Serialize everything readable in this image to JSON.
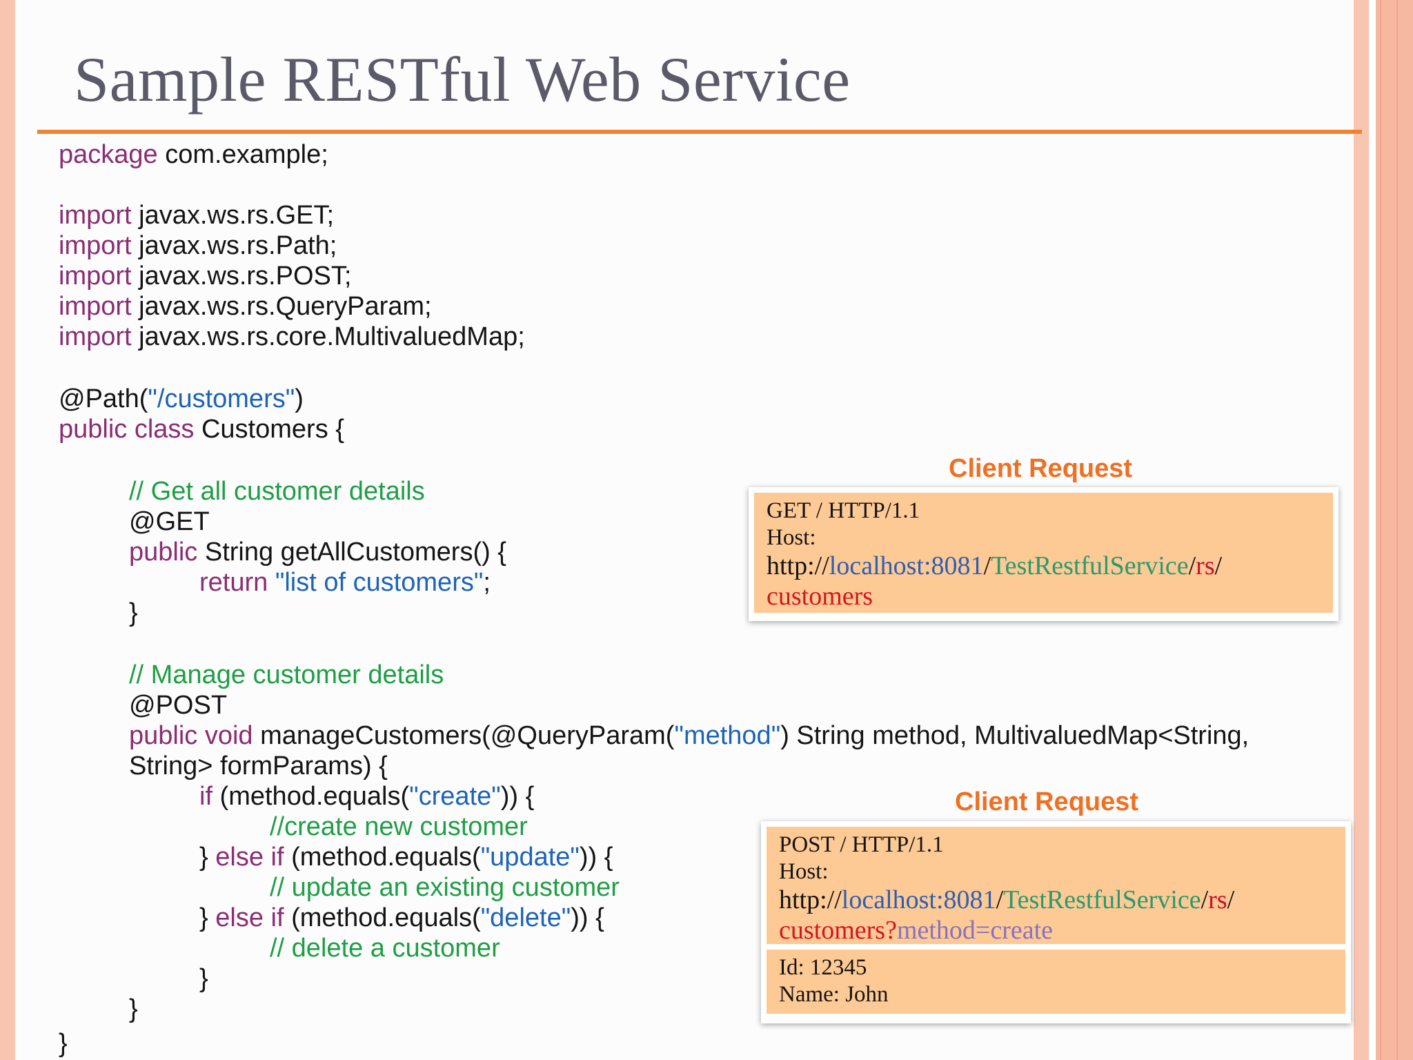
{
  "slide": {
    "title": "Sample RESTful Web Service"
  },
  "code": {
    "package_kw": "package",
    "package_rest": " com.example;",
    "imports": [
      {
        "kw": "import",
        "rest": " javax.ws.rs.GET;"
      },
      {
        "kw": "import",
        "rest": " javax.ws.rs.Path;"
      },
      {
        "kw": "import",
        "rest": " javax.ws.rs.POST;"
      },
      {
        "kw": "import",
        "rest": " javax.ws.rs.QueryParam;"
      },
      {
        "kw": "import",
        "rest": " javax.ws.rs.core.MultivaluedMap;"
      }
    ],
    "path_annotation_open": "@Path(",
    "path_value": "\"/customers\"",
    "path_close": ")",
    "class_kw": "public class",
    "class_rest": " Customers {",
    "get_comment": "// Get all customer details",
    "get_annotation": "@GET",
    "get_method_kw": "public",
    "get_method_rest": " String getAllCustomers() {",
    "return_kw": "return",
    "return_value": " \"list of customers\"",
    "return_end": ";",
    "brace_close_1": "}",
    "post_comment": "// Manage customer details",
    "post_annotation": "@POST",
    "post_method_kw": "public void",
    "post_method_a": " manageCustomers(@QueryParam(",
    "post_method_str": "\"method\"",
    "post_method_b": ") String method, MultivaluedMap<String,",
    "post_method_c": "String> formParams) {",
    "if_kw": "if",
    "if_a": " (method.equals(",
    "if_str": "\"create\"",
    "if_b": ")) {",
    "create_comment": "//create new customer",
    "elseif1_a": "} ",
    "elseif1_kw": "else if",
    "elseif1_b": " (method.equals(",
    "elseif1_str": "\"update\"",
    "elseif1_c": ")) {",
    "update_comment": "// update an existing customer",
    "elseif2_a": "} ",
    "elseif2_kw": "else if",
    "elseif2_b": " (method.equals(",
    "elseif2_str": "\"delete\"",
    "elseif2_c": ")) {",
    "delete_comment": "// delete a customer",
    "brace_close_2": "}",
    "brace_close_3": "}",
    "brace_close_4": "}"
  },
  "get_request": {
    "label": "Client Request",
    "line1": "GET / HTTP/1.1",
    "line2": "Host:",
    "url_prefix": "http://",
    "url_host": "localhost:8081",
    "url_sep1": "/",
    "url_app": "TestRestfulService",
    "url_sep2": "/",
    "url_rs": "rs",
    "url_sep3": "/",
    "url_resource": "customers"
  },
  "post_request": {
    "label": "Client Request",
    "line1": "POST / HTTP/1.1",
    "line2": "Host:",
    "url_prefix": "http://",
    "url_host": "localhost:8081",
    "url_sep1": "/",
    "url_app": "TestRestfulService",
    "url_sep2": "/",
    "url_rs": "rs",
    "url_sep3": "/",
    "url_resource": "customers?",
    "url_query": "method=create",
    "body_line1": "Id: 12345",
    "body_line2": "Name: John"
  }
}
